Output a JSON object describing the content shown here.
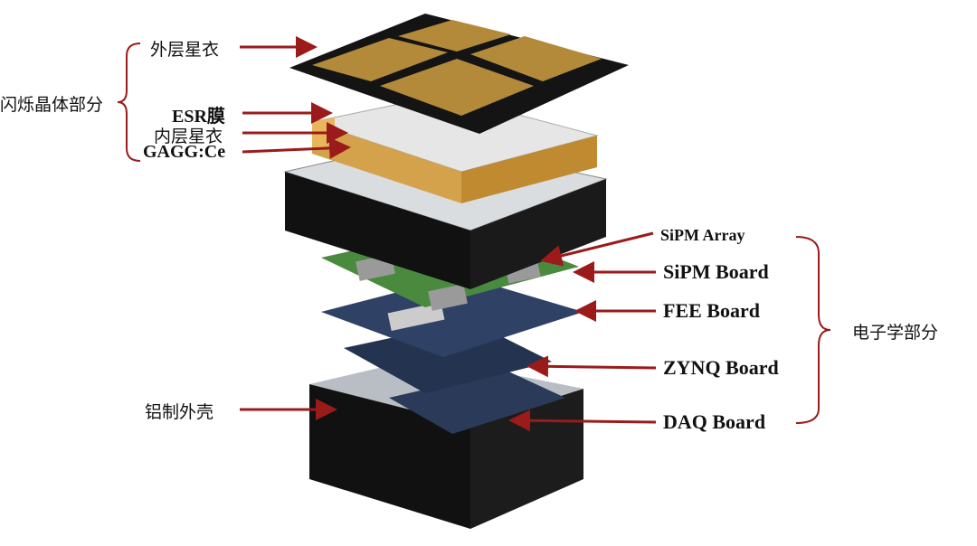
{
  "title_group_left": "闪烁晶体部分",
  "title_group_right": "电子学部分",
  "labels": {
    "outer_coat": "外层星衣",
    "esr_film": "ESR膜",
    "inner_coat": "内层星衣",
    "crystal": "GAGG:Ce",
    "sipm_array": "SiPM Array",
    "sipm_board": "SiPM Board",
    "fee_board": "FEE Board",
    "zynq_board": "ZYNQ Board",
    "daq_board": "DAQ Board",
    "shell": "铝制外壳"
  },
  "colors": {
    "arrow": "#9b1b1b",
    "gold": "#c9973a",
    "pcb_green": "#3f7d3a",
    "pcb_blue": "#2c3e5c"
  }
}
